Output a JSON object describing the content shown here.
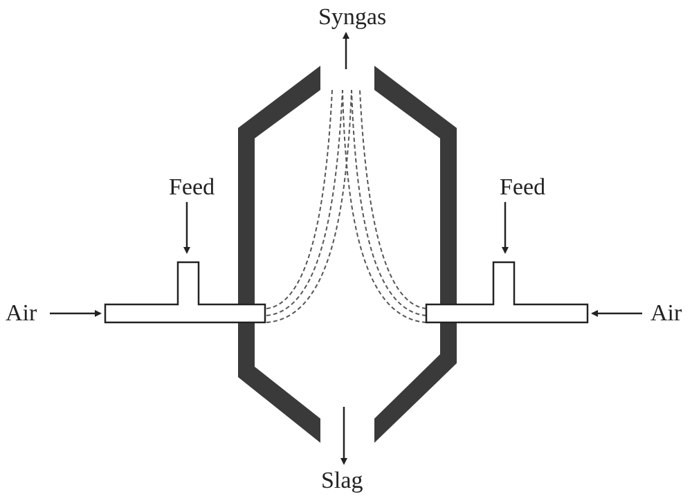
{
  "labels": {
    "syngas": "Syngas",
    "slag": "Slag",
    "feed_left": "Feed",
    "feed_right": "Feed",
    "air_left": "Air",
    "air_right": "Air"
  },
  "colors": {
    "wall": "#3a3a3a",
    "line": "#222222",
    "pipe_fill": "#ffffff",
    "flame_dash": "#555555"
  }
}
